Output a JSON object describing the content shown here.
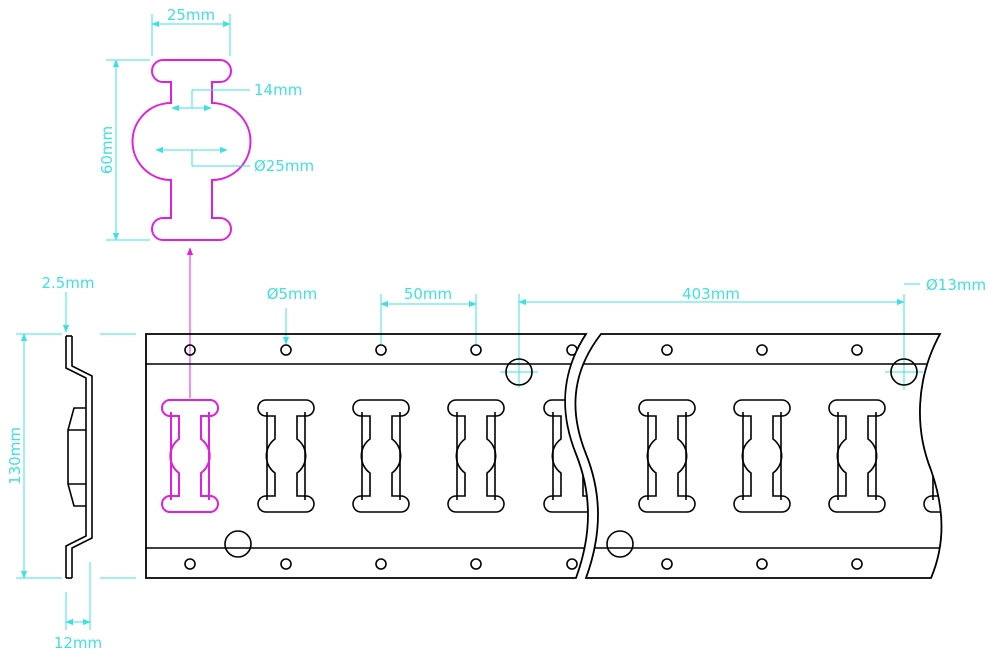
{
  "colors": {
    "outline": "#000000",
    "dimension": "#40e0e0",
    "highlight": "#e020e0",
    "background": "#ffffff"
  },
  "dimensions": {
    "slot_width": "25mm",
    "neck_width": "14mm",
    "circle_diameter": "Ø25mm",
    "slot_height": "60mm",
    "thickness": "2.5mm",
    "rail_height": "130mm",
    "profile_depth": "12mm",
    "hole_diameter": "Ø5mm",
    "hole_pitch": "50mm",
    "span": "403mm",
    "mount_hole_diameter": "Ø13mm"
  }
}
